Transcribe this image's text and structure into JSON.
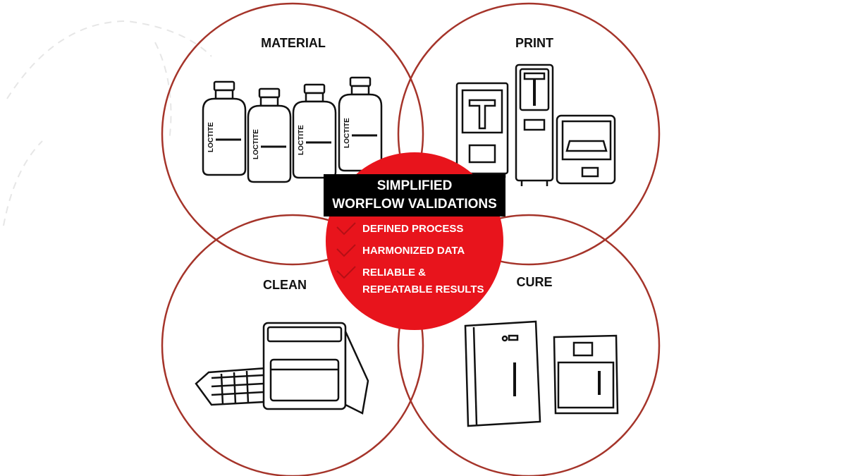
{
  "colors": {
    "ring": "#a5342a",
    "center_fill": "#e8141c",
    "banner_bg": "#000000",
    "text_dark": "#111111",
    "text_light": "#ffffff"
  },
  "stages": {
    "material": {
      "label": "MATERIAL",
      "icon": "resin-bottles-icon",
      "bottle_brand": "LOCTITE"
    },
    "print": {
      "label": "PRINT",
      "icon": "3d-printers-icon"
    },
    "clean": {
      "label": "CLEAN",
      "icon": "wash-station-icon"
    },
    "cure": {
      "label": "CURE",
      "icon": "curing-ovens-icon"
    }
  },
  "center": {
    "title_line1": "SIMPLIFIED",
    "title_line2": "WORFLOW VALIDATIONS",
    "benefits": [
      {
        "line1": "DEFINED PROCESS",
        "line2": ""
      },
      {
        "line1": "HARMONIZED DATA",
        "line2": ""
      },
      {
        "line1": "RELIABLE &",
        "line2": "REPEATABLE RESULTS"
      }
    ]
  }
}
